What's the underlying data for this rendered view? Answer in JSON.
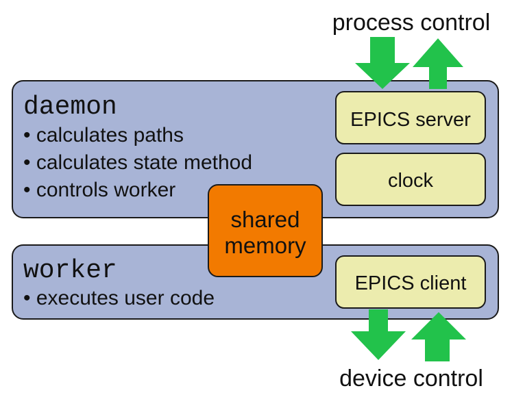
{
  "top_label": "process control",
  "bottom_label": "device control",
  "daemon": {
    "title": "daemon",
    "bullets": [
      "calculates paths",
      "calculates state method",
      "controls worker"
    ],
    "epics_server": "EPICS server",
    "clock": "clock"
  },
  "shared_memory": {
    "line1": "shared",
    "line2": "memory"
  },
  "worker": {
    "title": "worker",
    "bullets": [
      "executes user code"
    ],
    "epics_client": "EPICS client"
  },
  "colors": {
    "panel_fill": "#a8b4d6",
    "panel_stroke": "#1a1a1a",
    "box_fill": "#ececae",
    "shared_fill": "#f27a00",
    "arrow_fill": "#22c24b"
  }
}
